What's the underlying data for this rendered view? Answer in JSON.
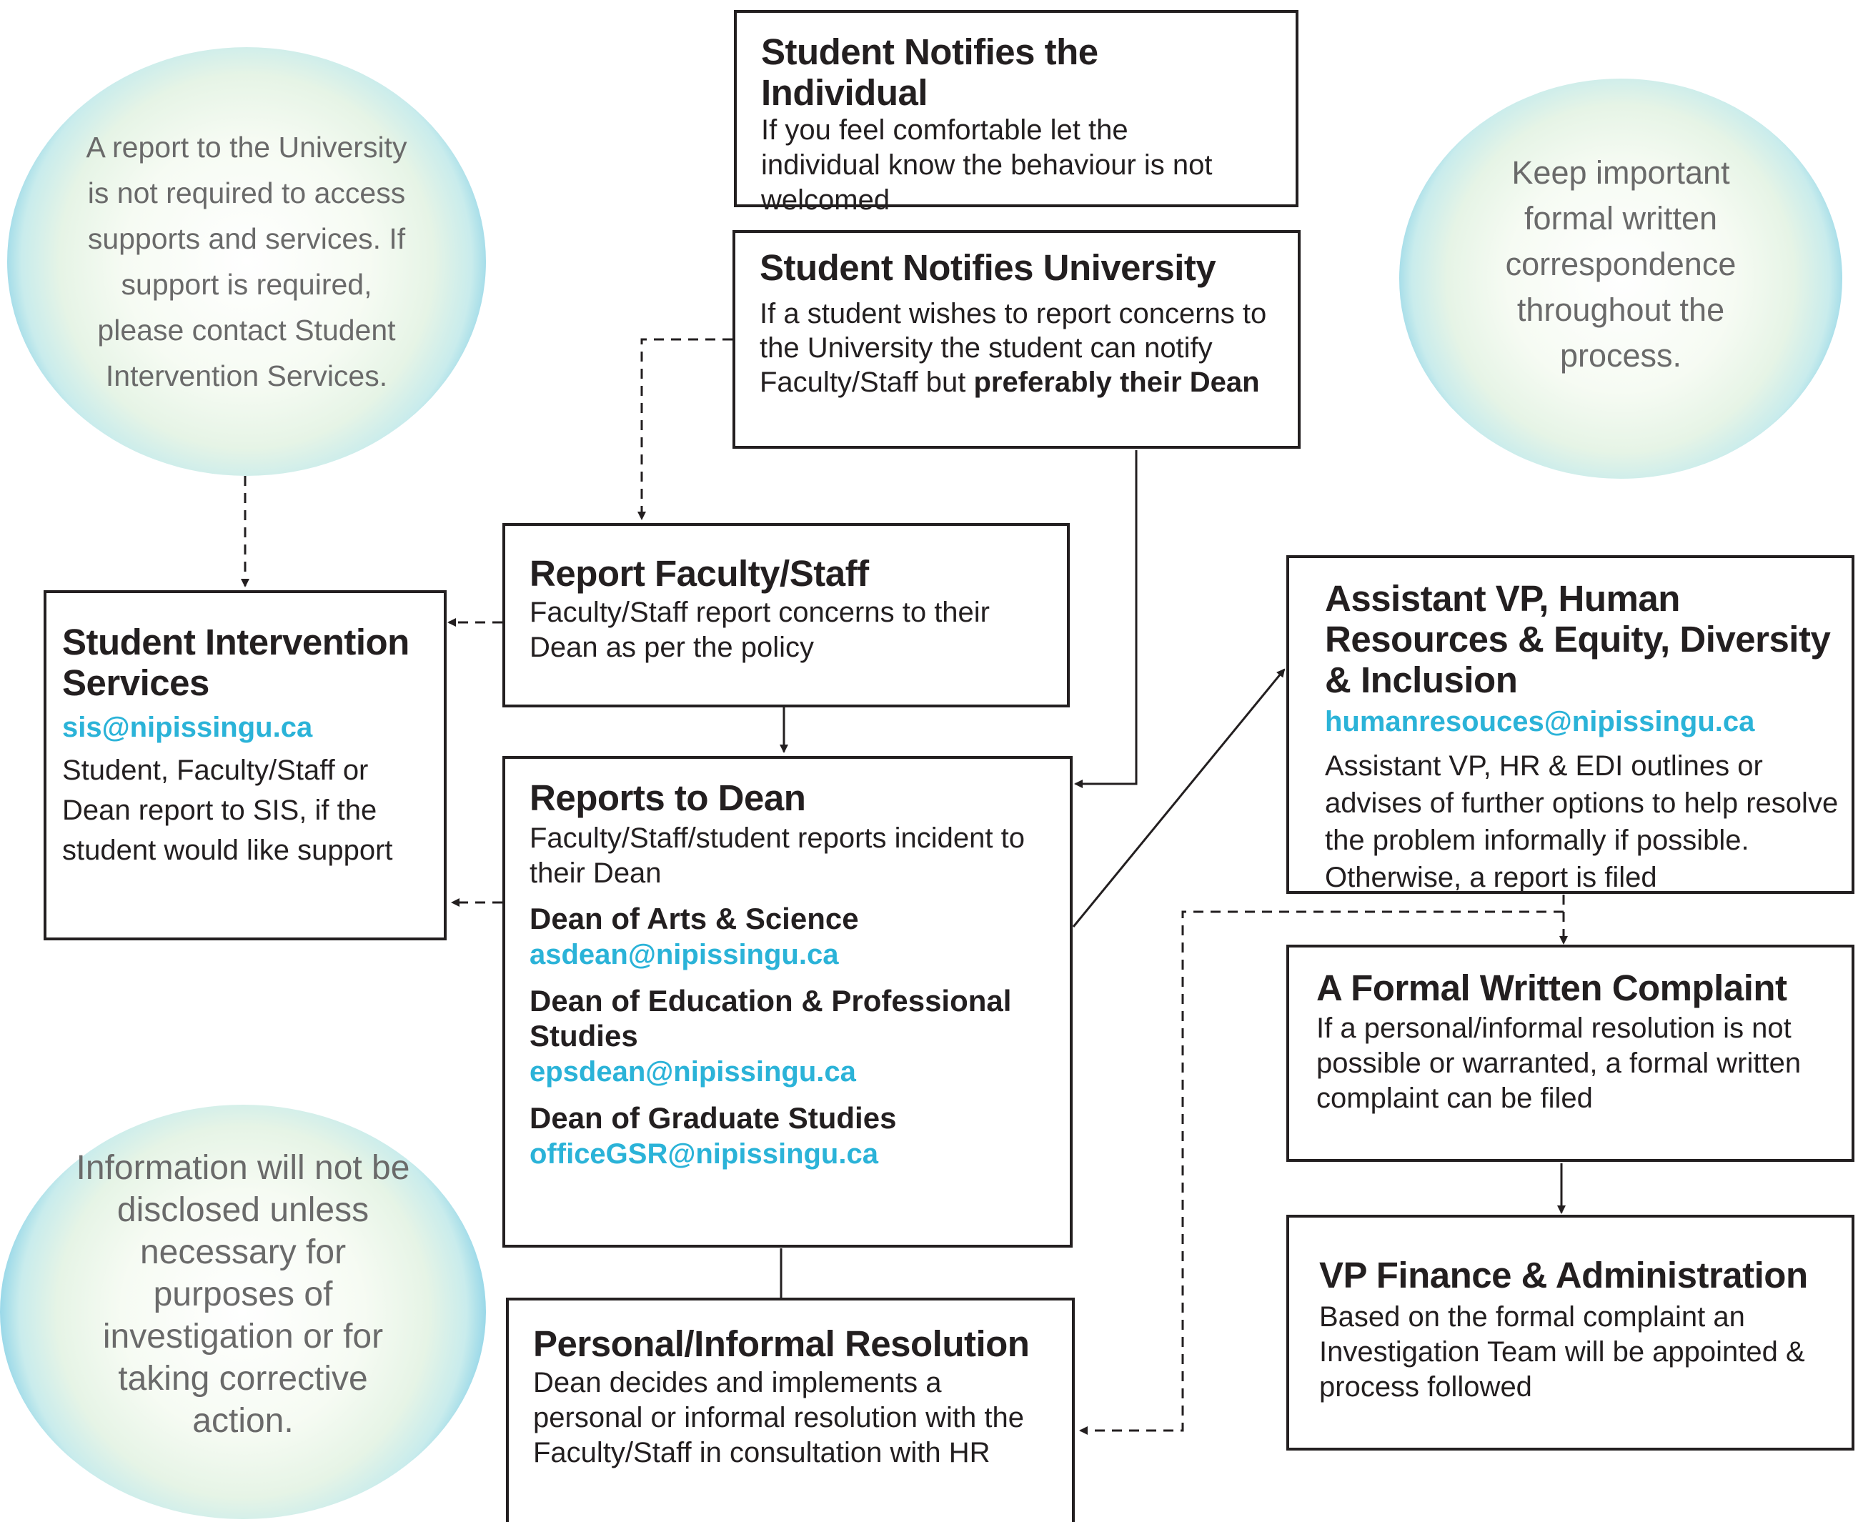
{
  "circles": {
    "top_left": "A report to the University is not required to access supports and services. If support is required, please contact Student Intervention Services.",
    "top_right": "Keep important formal written correspondence throughout the process.",
    "bottom_left": "Information will not be disclosed unless necessary for purposes of investigation or for taking corrective action."
  },
  "boxes": {
    "notify_individual": {
      "title": "Student Notifies the Individual",
      "text": "If you feel comfortable let the individual know the behaviour is not welcomed"
    },
    "notify_university": {
      "title": "Student Notifies University",
      "text": "If a student wishes to report concerns to the University the student can notify Faculty/Staff but",
      "bold": "preferably their Dean"
    },
    "report_faculty": {
      "title": "Report Faculty/Staff",
      "text": "Faculty/Staff report concerns to their Dean as per the policy"
    },
    "sis": {
      "title": "Student Intervention Services",
      "email": "sis@nipissingu.ca",
      "text": "Student, Faculty/Staff or Dean report to SIS, if the student would like support"
    },
    "dean": {
      "title": "Reports to Dean",
      "text": "Faculty/Staff/student reports incident to their Dean",
      "contacts": [
        {
          "name": "Dean of Arts & Science",
          "email": "asdean@nipissingu.ca"
        },
        {
          "name": "Dean of Education & Professional Studies",
          "email": "epsdean@nipissingu.ca"
        },
        {
          "name": "Dean of Graduate Studies",
          "email": "officeGSR@nipissingu.ca"
        }
      ]
    },
    "resolution": {
      "title": "Personal/Informal Resolution",
      "text": "Dean decides and implements a personal or informal resolution with the Faculty/Staff in consultation with HR"
    },
    "avp": {
      "title": "Assistant VP, Human Resources & Equity, Diversity & Inclusion",
      "email": "humanresouces@nipissingu.ca",
      "text": "Assistant VP, HR & EDI outlines or advises of further options to help resolve the problem informally if possible. Otherwise, a report is filed"
    },
    "complaint": {
      "title": "A Formal Written Complaint",
      "text": "If a personal/informal resolution is not possible or warranted, a formal written complaint can be filed"
    },
    "vp_finance": {
      "title": "VP Finance & Administration",
      "text": "Based on the formal complaint an Investigation Team will be appointed & process followed"
    }
  },
  "colors": {
    "accent_email": "#2bb3d8",
    "border": "#231f20",
    "circle_text": "#6a6a6a"
  }
}
